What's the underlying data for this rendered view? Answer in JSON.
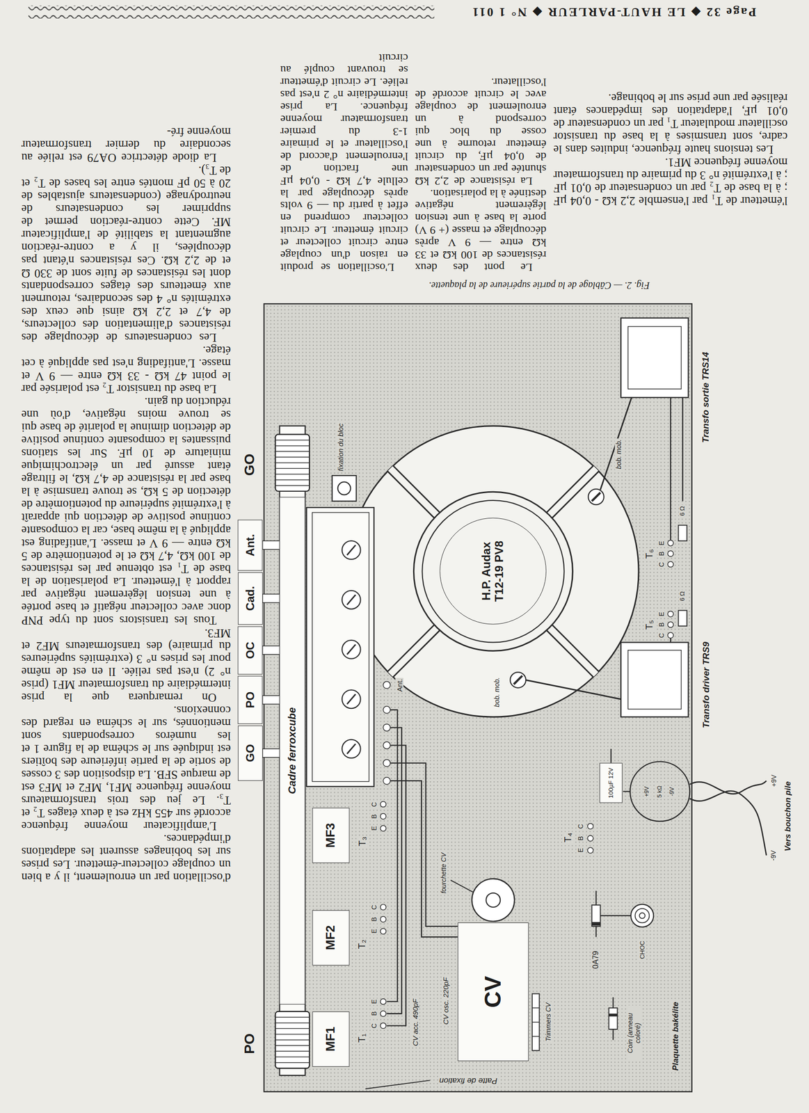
{
  "diagram": {
    "caption": "Fig. 2. — Câblage de la partie supérieure de la plaquette.",
    "nodes": [
      {
        "text": [
          "GO"
        ]
      },
      {
        "text": [
          "PO"
        ]
      },
      {
        "text": [
          "OC"
        ]
      },
      {
        "text": [
          "Cad."
        ]
      },
      {
        "text": [
          "Ant."
        ]
      },
      {
        "text": [
          "Cadre ferroxcube"
        ]
      },
      {
        "text": [
          "MF1"
        ]
      },
      {
        "text": [
          "MF2"
        ]
      },
      {
        "text": [
          "MF3"
        ]
      },
      {
        "text": [
          "CV"
        ]
      },
      {
        "text": [
          "H.P. Audax T12-19 PV8"
        ]
      },
      {
        "text": [
          "100µF 12V"
        ]
      }
    ],
    "labels": [
      "Page 32 ◆ LE HAUT-PARLEUR ◆ N° 1 011",
      "l'émetteur de T₁ par l'ensemble 2,2 kΩ - 0,04 µF ; à la base de T₂ par un condensateur de 0,01 µF ; à l'extrémité n° 3 du primaire du transformateur moyenne fréquence MF1.",
      "Les tensions haute fréquence, induites dans le cadre, sont transmises à la base du transistor oscillateur modulateur T₁ par un condensateur de 0,01 µF, l'adaptation des impédances étant réalisée par une prise sur le bobinage.",
      "Le pont des deux résistances de 100 kΩ et 33 kΩ entre — 9 V après découplage et masse (+ 9 V) porte la base à une tension légèrement négative destinée à la polarisation.",
      "La résistance de 2,2 kΩ shuntée par un condensateur de 0,04 µF, du circuit émetteur retourne à une cosse du bloc qui correspond à un enroulement de couplage avec le circuit accordé de l'oscillateur.",
      "L'oscillation se produit en raison d'un couplage entre circuit collecteur et circuit émetteur. Le circuit collecteur comprend en effet à partir du — 9 volts après découplage par la cellule 4,7 kΩ - 0,04 µF une fraction de l'enroulement d'accord de l'oscillateur et le primaire 1-3 du premier transformateur moyenne fréquence. La prise intermédiaire n° 2 n'est pas reliée. Le circuit d'émetteur se trouvant couplé au circuit",
      "d'oscillation par un enroulement, il y a bien un couplage collecteur-émetteur. Les prises sur les bobinages assurent les adaptations d'impédances.",
      "L'amplificateur moyenne fréquence accordé sur 455 kHz est à deux étages T₂ et T₃. Le jeu des trois transformateurs moyenne fréquence MF1, MF2 et MF3 est de marque SFB. La disposition des 3 cosses de sortie de la partie inférieure des boîtiers est indiquée sur le schéma de la figure 1 et les numéros correspondants sont mentionnés, sur le schéma en regard des connexions.",
      "On remarquera que la prise intermédiaire du transformateur MF1 (prise n° 2) n'est pas reliée. Il en est de même pour les prises n° 3 (extrémités supérieures du primaire) des transformateurs MF2 et MF3.",
      "Tous les transistors sont du type PNP donc avec collecteur négatif et base portée à une tension légèrement négative par rapport à l'émetteur. La polarisation de la base de T₁ est obtenue par les résistances de 100 kΩ, 4,7 kΩ et le potentiomètre de 5 kΩ entre — 9 V et masse. L'antifading est appliqué à la même base, car la composante continue positive de détection qui apparaît à l'extrémité supérieure du potentiomètre de détection de 5 kΩ, se trouve transmise à la base par la résistance de 4,7 kΩ, le filtrage étant assuré par un électrochimique miniature de 10 µF. Sur les stations puissantes la composante continue positive de détection diminue la polarité de base qui se trouve moins négative, d'où une réduction du gain.",
      "La base du transistor T₂ est polarisée par le point 47 kΩ - 33 kΩ entre — 9 V et masse. L'antifading n'est pas appliqué à cet étage.",
      "Les condensateurs de découplage des résistances d'alimentation des collecteurs, de 4,7 et 2,2 kΩ ainsi que ceux des extrémités n° 4 des secondaires, retournent aux émetteurs des étages correspondants dont les résistances de fuite sont de 330 Ω et de 2,2 kΩ. Ces résistances n'étant pas découplées, il y a contre-réaction augmentant la stabilité de l'amplificateur MF. Cette contre-réaction permet de supprimer les condensateurs de neutrodynage (condensateurs ajustables de 20 à 50 pF montés entre les bases de T₂ et de T₃).",
      "La diode détectrice OA79 est reliée au secondaire du dernier transformateur moyenne fré-",
      "GO",
      "PO",
      "fixation du bloc",
      "Ant.",
      "T₁",
      "C",
      "B",
      "E",
      "T₂",
      "E",
      "B",
      "C",
      "T₃",
      "E",
      "B",
      "C",
      "CV acc. 490pF",
      "CV osc. 220pF",
      "fourchette CV",
      "Trimmers CV",
      "T₄",
      "E",
      "B",
      "C",
      "0A79",
      "CHOC",
      "Coin (anneau coloré)",
      "Plaquette bakélite",
      "Patte de fixation",
      "+9V",
      "5 kΩ",
      "-9V",
      "Vers bouchon pile",
      "+9V",
      "-9V",
      "Transfo driver TRS9",
      "T₅",
      "C",
      "B",
      "E",
      "T₆",
      "C",
      "B",
      "E",
      "6 Ω",
      "6 Ω",
      "Transfo sortie TRS14",
      "bob. mob.",
      "bob. mob."
    ]
  }
}
